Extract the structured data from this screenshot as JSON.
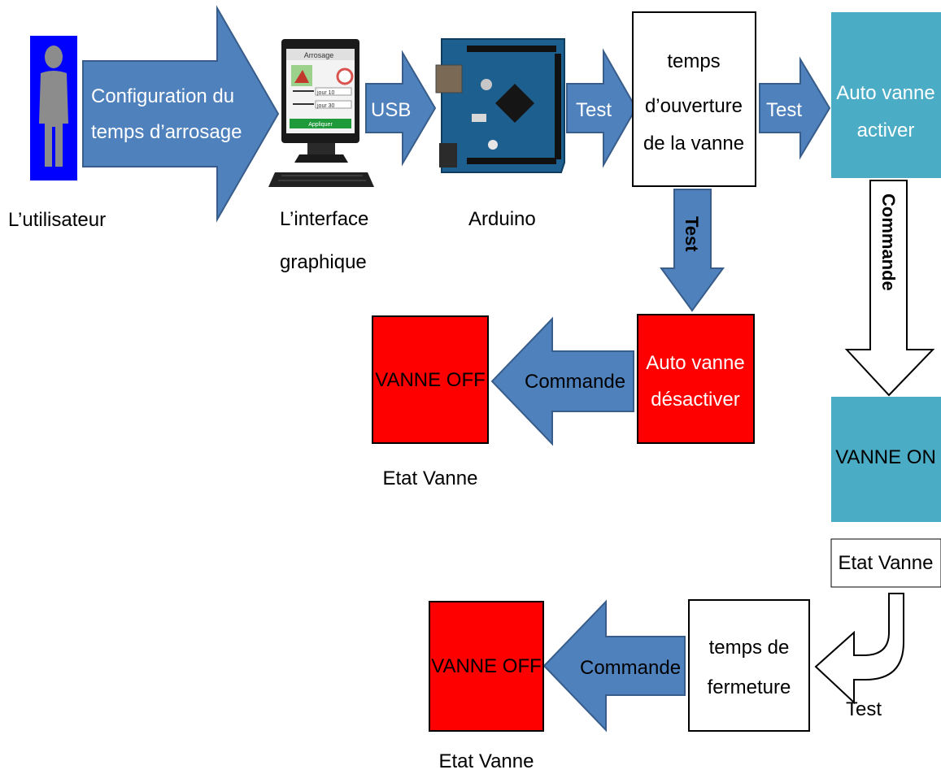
{
  "colors": {
    "arrow_blue": "#4f81bd",
    "arrow_edge": "#385d8a",
    "teal": "#4bacc6",
    "red": "#ff0000",
    "user_bg": "#0000ff"
  },
  "user": {
    "label": "L’utilisateur",
    "icon": "person-icon"
  },
  "config_arrow": {
    "line1": "Configuration du",
    "line2": "temps d’arrosage"
  },
  "interface": {
    "label_line1": "L’interface",
    "label_line2": "graphique",
    "screen_title": "Arrosage",
    "screen_field1": "jour 10",
    "screen_field2": "jour 30",
    "screen_button": "Appliquer",
    "icon": "computer-icon"
  },
  "usb_arrow": {
    "label": "USB"
  },
  "arduino": {
    "label": "Arduino",
    "icon": "arduino-board-icon"
  },
  "test_arrow_1": {
    "label": "Test"
  },
  "open_time_box": {
    "line1": "temps",
    "line2": "d’ouverture",
    "line3": "de la vanne"
  },
  "test_arrow_2": {
    "label": "Test"
  },
  "auto_on_box": {
    "line1": "Auto vanne",
    "line2": "activer"
  },
  "test_arrow_down": {
    "label": "Test"
  },
  "commande_arrow_down": {
    "label": "Commande"
  },
  "auto_off_box": {
    "line1": "Auto vanne",
    "line2": "désactiver"
  },
  "commande_arrow_1": {
    "label": "Commande"
  },
  "vanne_off_1": {
    "label": "VANNE OFF",
    "state": "Etat Vanne"
  },
  "vanne_on": {
    "label": "VANNE ON",
    "state": "Etat Vanne"
  },
  "close_time_box": {
    "line1": "temps de",
    "line2": "fermeture"
  },
  "test_arrow_curved": {
    "label": "Test"
  },
  "commande_arrow_2": {
    "label": "Commande"
  },
  "vanne_off_2": {
    "label": "VANNE OFF",
    "state": "Etat Vanne"
  }
}
